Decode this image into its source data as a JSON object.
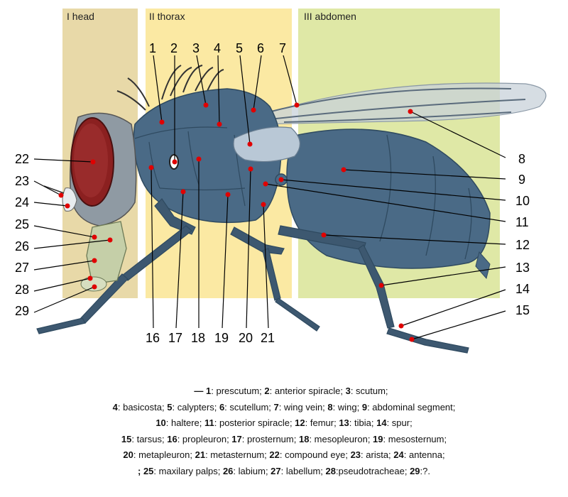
{
  "regions": {
    "head": "I head",
    "thorax": "II thorax",
    "abdomen": "III abdomen"
  },
  "numbers": [
    "1",
    "2",
    "3",
    "4",
    "5",
    "6",
    "7",
    "8",
    "9",
    "10",
    "11",
    "12",
    "13",
    "14",
    "15",
    "16",
    "17",
    "18",
    "19",
    "20",
    "21",
    "22",
    "23",
    "24",
    "25",
    "26",
    "27",
    "28",
    "29"
  ],
  "legend_rows": [
    [
      [
        "— 1",
        ": prescutum; "
      ],
      [
        "2",
        ": anterior spiracle; "
      ],
      [
        "3",
        ": scutum;"
      ]
    ],
    [
      [
        "4",
        ": basicosta; "
      ],
      [
        "5",
        ": calypters; "
      ],
      [
        "6",
        ": scutellum; "
      ],
      [
        "7",
        ": wing vein; "
      ],
      [
        "8",
        ": wing; "
      ],
      [
        "9",
        ": abdominal  segment;"
      ]
    ],
    [
      [
        "10",
        ": haltere; "
      ],
      [
        "11",
        ": posterior spiracle; "
      ],
      [
        "12",
        ": femur; "
      ],
      [
        "13",
        ": tibia; "
      ],
      [
        "14",
        ": spur;"
      ]
    ],
    [
      [
        "15",
        ": tarsus; "
      ],
      [
        "16",
        ": propleuron; "
      ],
      [
        "17",
        ": prosternum; "
      ],
      [
        "18",
        ": mesopleuron; "
      ],
      [
        "19",
        ": mesosternum;"
      ]
    ],
    [
      [
        "20",
        ":  metapleuron; "
      ],
      [
        "21",
        ": metasternum; "
      ],
      [
        "22",
        ": compound eye; "
      ],
      [
        "23",
        ": arista; "
      ],
      [
        "24",
        ": antenna;"
      ]
    ],
    [
      [
        "; 25",
        ": maxilary palps; "
      ],
      [
        "26",
        ": labium; "
      ],
      [
        "27",
        ": labellum; "
      ],
      [
        "28",
        ":pseudotracheae; "
      ],
      [
        "29",
        ":?."
      ]
    ]
  ],
  "colors": {
    "head_region": "#e8d9a8",
    "thorax_region": "#fbe9a3",
    "abdomen_region": "#dfe8a6",
    "body": "#4a6a86",
    "body_dark": "#2f4a60",
    "eye": "#8b2020",
    "dot": "#e00000",
    "wing": "#c8d2da"
  }
}
